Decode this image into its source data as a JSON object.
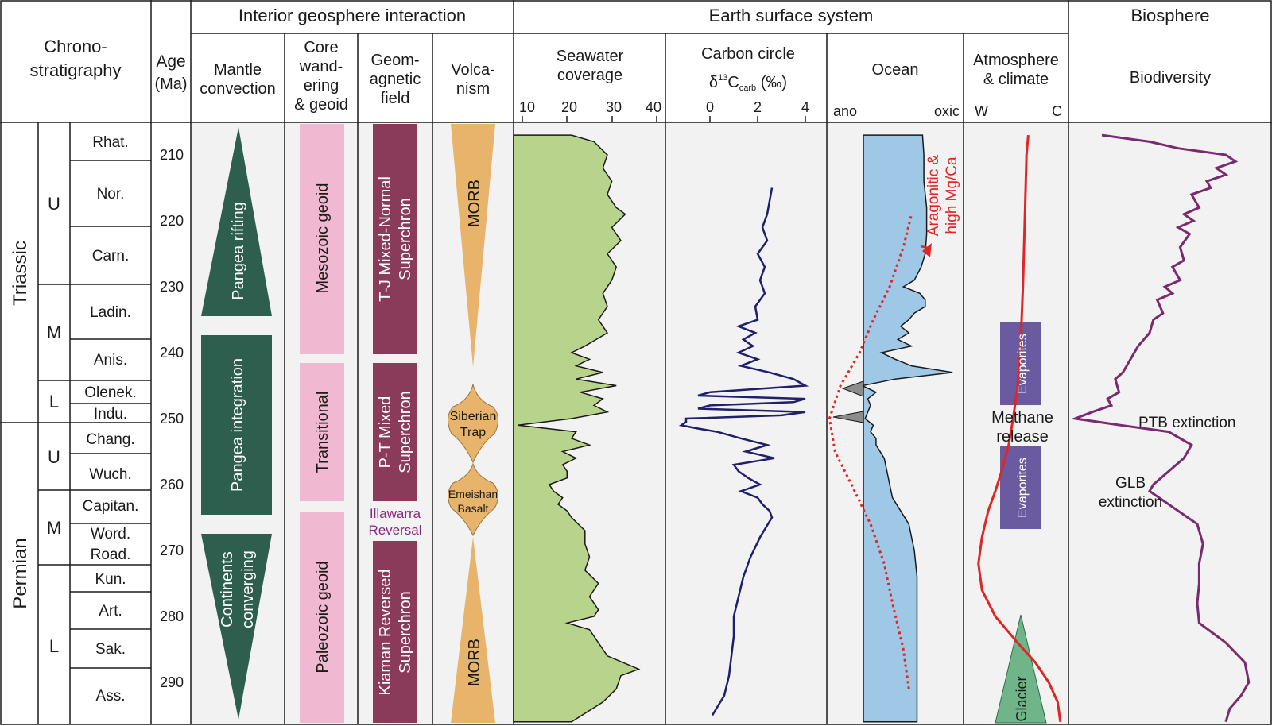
{
  "headers": {
    "interior": "Interior geosphere interaction",
    "surface": "Earth surface system",
    "biosphere": "Biosphere"
  },
  "columns": {
    "chrono": [
      "Chrono-",
      "stratigraphy"
    ],
    "age": [
      "Age",
      "(Ma)"
    ],
    "mantle": [
      "Mantle",
      "convection"
    ],
    "core": [
      "Core",
      "wand-",
      "ering",
      "& geoid"
    ],
    "geomag": [
      "Geom-",
      "agnetic",
      "field"
    ],
    "volcanism": [
      "Volca-",
      "nism"
    ],
    "seawater": [
      "Seawater",
      "coverage"
    ],
    "carbon": "Carbon circle",
    "ocean": "Ocean",
    "atmosphere": [
      "Atmosphere",
      "& climate"
    ],
    "biodiversity": "Biodiversity"
  },
  "carbon_axis_label": {
    "delta": "δ",
    "sup": "13",
    "c": "C",
    "sub": "carb",
    "unit": " (‰)"
  },
  "axis_ticks": {
    "seawater": [
      "10",
      "20",
      "30",
      "40"
    ],
    "carbon": [
      "0",
      "2",
      "4"
    ],
    "ocean": [
      "ano",
      "oxic"
    ],
    "atmosphere": [
      "W",
      "C"
    ]
  },
  "age_ticks": [
    "210",
    "220",
    "230",
    "240",
    "250",
    "260",
    "270",
    "280",
    "290"
  ],
  "systems": [
    "Triassic",
    "Permian"
  ],
  "series": [
    "U",
    "M",
    "L",
    "U",
    "M",
    "L"
  ],
  "stages": [
    "Rhat.",
    "Nor.",
    "Carn.",
    "Ladin.",
    "Anis.",
    "Olenek.",
    "Indu.",
    "Chang.",
    "Wuch.",
    "Capitan.",
    "Word.",
    "Road.",
    "Kun.",
    "Art.",
    "Sak.",
    "Ass."
  ],
  "mantle_labels": [
    "Pangea rifting",
    "Pangea integration",
    "Continents",
    "converging"
  ],
  "geoid_labels": [
    "Mesozoic geoid",
    "Transitional",
    "Paleozoic geoid"
  ],
  "geomag_labels": [
    "T-J Mixed-Normal",
    "Superchron",
    "P-T Mixed",
    "Superchron",
    "Illawarra",
    "Reversal",
    "Kiaman Reversed",
    "Superchron"
  ],
  "volcanism_labels": [
    "MORB",
    "Siberian",
    "Trap",
    "Emeishan",
    "Basalt",
    "MORB"
  ],
  "ocean_labels": [
    "Aragonitic &",
    "high Mg/Ca"
  ],
  "atmosphere_labels": [
    "Evaporites",
    "Methane",
    "release",
    "Evaporites",
    "Glacier"
  ],
  "biodiversity_labels": [
    "PTB extinction",
    "GLB",
    "extinction"
  ],
  "colors": {
    "green_dark": "#2e5e4e",
    "pink": "#f1b8d1",
    "maroon": "#8a3b5a",
    "orange": "#e8b46b",
    "seawater_fill": "#b7d38c",
    "ocean_fill": "#9fc7e6",
    "anoxic_fill": "#8c8c8c",
    "glacier": "#6fb589",
    "purple_box": "#6a5a9f",
    "curve_navy": "#1f1f6e",
    "curve_red": "#e02525",
    "curve_purple": "#7a2a6e",
    "illawarra": "#8a2a80",
    "panel_bg": "#f2f2f2"
  },
  "curves": {
    "seawater_coverage": {
      "units": "%",
      "points": [
        [
          207,
          21
        ],
        [
          208,
          26
        ],
        [
          210,
          29
        ],
        [
          212,
          28
        ],
        [
          214,
          30
        ],
        [
          216,
          29
        ],
        [
          218,
          31
        ],
        [
          219,
          33
        ],
        [
          221,
          30
        ],
        [
          223,
          32
        ],
        [
          225,
          29
        ],
        [
          227,
          31
        ],
        [
          229,
          30
        ],
        [
          231,
          28
        ],
        [
          233,
          29
        ],
        [
          235,
          27
        ],
        [
          237,
          29
        ],
        [
          239,
          24
        ],
        [
          240,
          21
        ],
        [
          241,
          25
        ],
        [
          242,
          22
        ],
        [
          243,
          28
        ],
        [
          244,
          22
        ],
        [
          245,
          31
        ],
        [
          246,
          23
        ],
        [
          247,
          28
        ],
        [
          248,
          26
        ],
        [
          249,
          29
        ],
        [
          250,
          21
        ],
        [
          251,
          9
        ],
        [
          252,
          22
        ],
        [
          253,
          21
        ],
        [
          254,
          25
        ],
        [
          255,
          19
        ],
        [
          256,
          22
        ],
        [
          257,
          19
        ],
        [
          258,
          20
        ],
        [
          259,
          20
        ],
        [
          260,
          16
        ],
        [
          261,
          17
        ],
        [
          262,
          19
        ],
        [
          263,
          18
        ],
        [
          264,
          20
        ],
        [
          265,
          21
        ],
        [
          267,
          24
        ],
        [
          269,
          24
        ],
        [
          271,
          25
        ],
        [
          273,
          24
        ],
        [
          275,
          27
        ],
        [
          277,
          25
        ],
        [
          279,
          27
        ],
        [
          280,
          26
        ],
        [
          281,
          20
        ],
        [
          282,
          25
        ],
        [
          284,
          27
        ],
        [
          286,
          29
        ],
        [
          288,
          36
        ],
        [
          289,
          32
        ],
        [
          291,
          31
        ],
        [
          293,
          28
        ],
        [
          296,
          21
        ]
      ]
    },
    "carbon_isotope": {
      "units": "per mil",
      "points": [
        [
          215,
          2.6
        ],
        [
          217,
          2.5
        ],
        [
          219,
          2.4
        ],
        [
          221,
          2.2
        ],
        [
          223,
          2.4
        ],
        [
          225,
          2.0
        ],
        [
          227,
          2.3
        ],
        [
          229,
          2.1
        ],
        [
          231,
          2.3
        ],
        [
          233,
          1.9
        ],
        [
          235,
          2.0
        ],
        [
          236,
          1.2
        ],
        [
          237,
          1.9
        ],
        [
          238,
          1.4
        ],
        [
          239,
          1.8
        ],
        [
          240,
          1.2
        ],
        [
          241,
          2.0
        ],
        [
          242,
          1.3
        ],
        [
          243,
          2.5
        ],
        [
          244,
          3.5
        ],
        [
          245,
          4.0
        ],
        [
          246,
          0.0
        ],
        [
          246.5,
          -0.5
        ],
        [
          247,
          4.0
        ],
        [
          247.5,
          3.5
        ],
        [
          248,
          0.0
        ],
        [
          248.5,
          -0.5
        ],
        [
          249,
          4.0
        ],
        [
          249.5,
          3.0
        ],
        [
          250,
          -1.0
        ],
        [
          250.5,
          -1.0
        ],
        [
          251,
          -1.2
        ],
        [
          251.5,
          -0.5
        ],
        [
          252,
          0.3
        ],
        [
          253,
          1.3
        ],
        [
          254,
          2.4
        ],
        [
          255,
          1.5
        ],
        [
          256,
          2.7
        ],
        [
          257,
          1.0
        ],
        [
          258,
          1.2
        ],
        [
          259,
          1.6
        ],
        [
          260,
          2.1
        ],
        [
          261,
          1.3
        ],
        [
          262,
          2.0
        ],
        [
          263,
          2.2
        ],
        [
          264,
          2.5
        ],
        [
          265,
          2.6
        ],
        [
          268,
          2.1
        ],
        [
          271,
          1.7
        ],
        [
          274,
          1.4
        ],
        [
          277,
          1.2
        ],
        [
          280,
          1.0
        ],
        [
          283,
          1.0
        ],
        [
          286,
          0.9
        ],
        [
          289,
          0.8
        ],
        [
          292,
          0.6
        ],
        [
          295,
          0.1
        ]
      ]
    },
    "ocean_oxic_boundary": {
      "units": "0 = anoxic, 1 = oxic",
      "points": [
        [
          207,
          0.7
        ],
        [
          210,
          0.71
        ],
        [
          214,
          0.71
        ],
        [
          218,
          0.73
        ],
        [
          222,
          0.73
        ],
        [
          225,
          0.72
        ],
        [
          227,
          0.69
        ],
        [
          229,
          0.64
        ],
        [
          230,
          0.56
        ],
        [
          231,
          0.68
        ],
        [
          232,
          0.72
        ],
        [
          233,
          0.72
        ],
        [
          234,
          0.64
        ],
        [
          235,
          0.6
        ],
        [
          236,
          0.54
        ],
        [
          237,
          0.6
        ],
        [
          238,
          0.52
        ],
        [
          239,
          0.62
        ],
        [
          240,
          0.4
        ],
        [
          241,
          0.5
        ],
        [
          242,
          0.62
        ],
        [
          243,
          0.92
        ],
        [
          244,
          0.5
        ],
        [
          245,
          0.26
        ],
        [
          246,
          0.36
        ],
        [
          247,
          0.3
        ],
        [
          248,
          0.32
        ],
        [
          249,
          0.3
        ],
        [
          250,
          0.28
        ],
        [
          251,
          0.34
        ],
        [
          252,
          0.32
        ],
        [
          253,
          0.36
        ],
        [
          254,
          0.36
        ],
        [
          256,
          0.42
        ],
        [
          258,
          0.44
        ],
        [
          260,
          0.46
        ],
        [
          262,
          0.48
        ],
        [
          264,
          0.54
        ],
        [
          266,
          0.6
        ],
        [
          268,
          0.62
        ],
        [
          270,
          0.64
        ],
        [
          274,
          0.66
        ],
        [
          280,
          0.66
        ],
        [
          290,
          0.66
        ],
        [
          296,
          0.66
        ]
      ]
    },
    "ocean_redox_trend": {
      "units": "0 = anoxic, 1 = oxic",
      "points": [
        [
          291,
          0.6
        ],
        [
          285,
          0.56
        ],
        [
          278,
          0.48
        ],
        [
          272,
          0.42
        ],
        [
          266,
          0.32
        ],
        [
          260,
          0.18
        ],
        [
          255,
          0.06
        ],
        [
          250,
          0.02
        ],
        [
          245,
          0.1
        ],
        [
          240,
          0.24
        ],
        [
          235,
          0.34
        ],
        [
          230,
          0.46
        ],
        [
          224,
          0.56
        ],
        [
          219,
          0.62
        ]
      ]
    },
    "climate": {
      "units": "0 = W, 1 = C",
      "points": [
        [
          207,
          0.62
        ],
        [
          210,
          0.6
        ],
        [
          220,
          0.58
        ],
        [
          230,
          0.56
        ],
        [
          240,
          0.53
        ],
        [
          245,
          0.5
        ],
        [
          250,
          0.45
        ],
        [
          254,
          0.4
        ],
        [
          258,
          0.32
        ],
        [
          261,
          0.25
        ],
        [
          264,
          0.17
        ],
        [
          268,
          0.1
        ],
        [
          272,
          0.06
        ],
        [
          276,
          0.1
        ],
        [
          280,
          0.25
        ],
        [
          284,
          0.5
        ],
        [
          287,
          0.7
        ],
        [
          290,
          0.85
        ],
        [
          293,
          0.95
        ],
        [
          296,
          0.98
        ]
      ]
    },
    "biodiversity": {
      "units": "relative",
      "points": [
        [
          207,
          0.15
        ],
        [
          208,
          0.4
        ],
        [
          209,
          0.55
        ],
        [
          210,
          0.8
        ],
        [
          211,
          0.85
        ],
        [
          212,
          0.75
        ],
        [
          213,
          0.8
        ],
        [
          214,
          0.7
        ],
        [
          215,
          0.72
        ],
        [
          216,
          0.62
        ],
        [
          218,
          0.66
        ],
        [
          219,
          0.58
        ],
        [
          220,
          0.63
        ],
        [
          221,
          0.55
        ],
        [
          222,
          0.61
        ],
        [
          224,
          0.56
        ],
        [
          226,
          0.58
        ],
        [
          227,
          0.52
        ],
        [
          229,
          0.56
        ],
        [
          230,
          0.48
        ],
        [
          231,
          0.52
        ],
        [
          232,
          0.44
        ],
        [
          234,
          0.47
        ],
        [
          235,
          0.42
        ],
        [
          237,
          0.4
        ],
        [
          239,
          0.34
        ],
        [
          241,
          0.3
        ],
        [
          243,
          0.26
        ],
        [
          244,
          0.22
        ],
        [
          246,
          0.24
        ],
        [
          247,
          0.18
        ],
        [
          248,
          0.2
        ],
        [
          249,
          0.1
        ],
        [
          250,
          0.01
        ],
        [
          251,
          0.25
        ],
        [
          252,
          0.5
        ],
        [
          254,
          0.62
        ],
        [
          256,
          0.58
        ],
        [
          258,
          0.5
        ],
        [
          260,
          0.42
        ],
        [
          261,
          0.4
        ],
        [
          263,
          0.5
        ],
        [
          266,
          0.65
        ],
        [
          269,
          0.68
        ],
        [
          272,
          0.66
        ],
        [
          275,
          0.66
        ],
        [
          278,
          0.65
        ],
        [
          281,
          0.66
        ],
        [
          284,
          0.8
        ],
        [
          287,
          0.9
        ],
        [
          290,
          0.92
        ],
        [
          292,
          0.88
        ],
        [
          294,
          0.82
        ],
        [
          296,
          0.8
        ]
      ]
    }
  }
}
